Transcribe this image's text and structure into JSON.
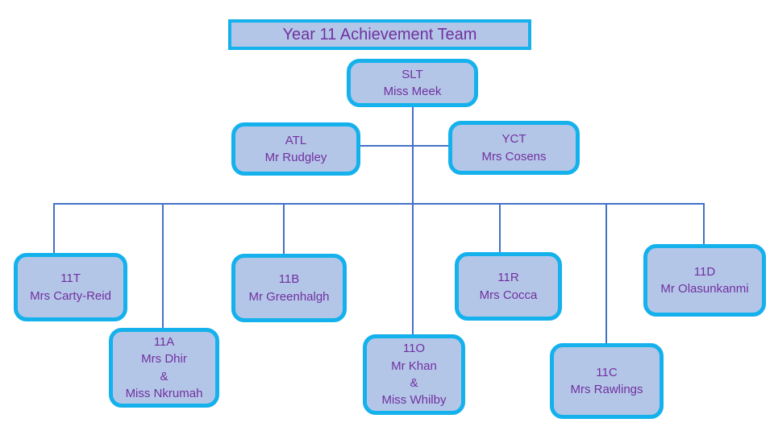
{
  "diagram": {
    "title": "Year 11 Achievement Team",
    "type": "org-chart",
    "colors": {
      "box_fill": "#B4C6E7",
      "box_border": "#14B1EC",
      "connector": "#4472C4",
      "text": "#7030A0",
      "background": "#FFFFFF"
    },
    "nodes": {
      "slt": {
        "label": "SLT\nMiss Meek"
      },
      "atl": {
        "label": "ATL\nMr Rudgley"
      },
      "yct": {
        "label": "YCT\nMrs Cosens"
      },
      "c11t": {
        "label": "11T\nMrs Carty-Reid"
      },
      "c11a": {
        "label": "11A\nMrs Dhir\n&\nMiss Nkrumah"
      },
      "c11b": {
        "label": "11B\nMr Greenhalgh"
      },
      "c11o": {
        "label": "11O\nMr Khan\n&\nMiss Whilby"
      },
      "c11r": {
        "label": "11R\nMrs Cocca"
      },
      "c11c": {
        "label": "11C\nMrs Rawlings"
      },
      "c11d": {
        "label": "11D\nMr Olasunkanmi"
      }
    }
  }
}
